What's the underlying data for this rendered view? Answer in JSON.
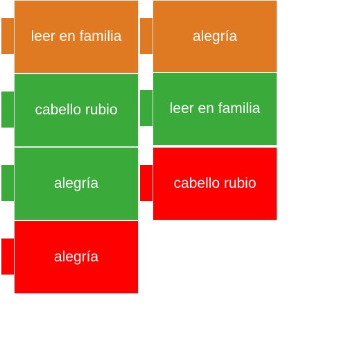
{
  "left_column": [
    {
      "label": "leer en familia",
      "color": "#e07a22"
    },
    {
      "label": "cabello rubio",
      "color": "#3aaa3a"
    },
    {
      "label": "alegría",
      "color": "#3aaa3a"
    },
    {
      "label": "alegría",
      "color": "#ff0000"
    }
  ],
  "right_column": [
    {
      "label": "alegría",
      "color": "#e07a22"
    },
    {
      "label": "leer en familia",
      "color": "#3aaa3a"
    },
    {
      "label": "cabello rubio",
      "color": "#ff0000"
    }
  ]
}
